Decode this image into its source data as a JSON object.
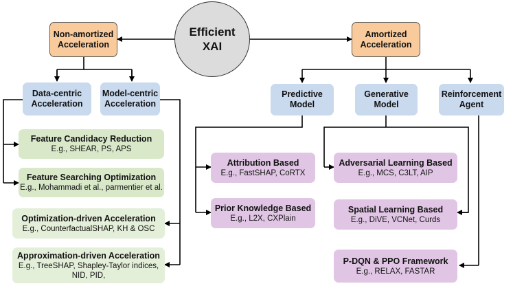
{
  "center": {
    "line1": "Efficient",
    "line2": "XAI"
  },
  "non_amortized": {
    "line1": "Non-amortized",
    "line2": "Acceleration"
  },
  "amortized": {
    "line1": "Amortized",
    "line2": "Acceleration"
  },
  "data_centric": {
    "line1": "Data-centric",
    "line2": "Acceleration"
  },
  "model_centric": {
    "line1": "Model-centric",
    "line2": "Acceleration"
  },
  "predictive": {
    "line1": "Predictive",
    "line2": "Model"
  },
  "generative": {
    "line1": "Generative",
    "line2": "Model"
  },
  "reinforcement": {
    "line1": "Reinforcement",
    "line2": "Agent"
  },
  "leaves": {
    "feature_candidacy": {
      "title": "Feature Candidacy Reduction",
      "sub": "E.g., SHEAR, PS, APS"
    },
    "feature_searching": {
      "title": "Feature Searching Optimization",
      "sub": "E.g., Mohammadi et al., parmentier et al."
    },
    "optimization_driven": {
      "title": "Optimization-driven Acceleration",
      "sub": "E.g., CounterfactualSHAP, KH & OSC"
    },
    "approximation_driven": {
      "title": "Approximation-driven Acceleration",
      "sub1": "E.g., TreeSHAP, Shapley-Taylor indices,",
      "sub2": "NID, PID,"
    },
    "attribution": {
      "title": "Attribution Based",
      "sub": "E.g., FastSHAP, CoRTX"
    },
    "prior_knowledge": {
      "title": "Prior Knowledge Based",
      "sub": "E.g., L2X, CXPlain"
    },
    "adversarial": {
      "title": "Adversarial Learning Based",
      "sub": "E.g., MCS, C3LT, AIP"
    },
    "spatial": {
      "title": "Spatial Learning Based",
      "sub": "E.g., DiVE, VCNet, Curds"
    },
    "pdqn_ppo": {
      "title": "P-DQN & PPO Framework",
      "sub": "E.g., RELAX, FASTAR"
    }
  }
}
